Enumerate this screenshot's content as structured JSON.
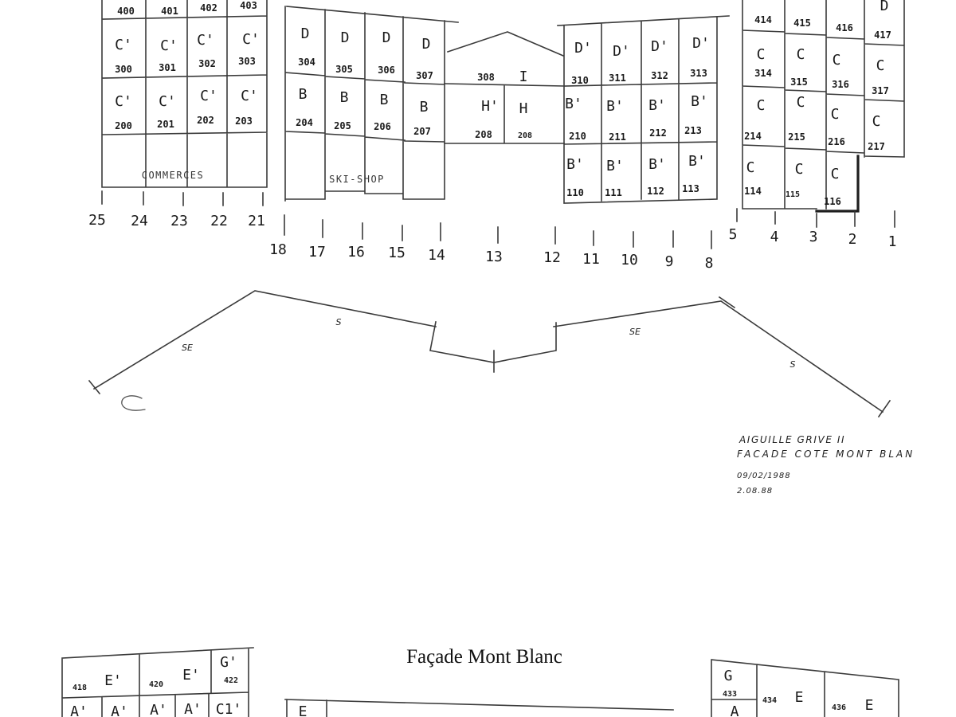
{
  "upper_elevation": {
    "block_west": {
      "floor_4": [
        {
          "unit": "400"
        },
        {
          "unit": "401"
        },
        {
          "unit": "402"
        },
        {
          "unit": "403"
        }
      ],
      "floor_3": [
        {
          "type": "C'",
          "unit": "300"
        },
        {
          "type": "C'",
          "unit": "301"
        },
        {
          "type": "C'",
          "unit": "302"
        },
        {
          "type": "C'",
          "unit": "303"
        }
      ],
      "floor_2": [
        {
          "type": "C'",
          "unit": "200"
        },
        {
          "type": "C'",
          "unit": "201"
        },
        {
          "type": "C'",
          "unit": "202"
        },
        {
          "type": "C'",
          "unit": "203"
        }
      ],
      "ground": "COMMERCES"
    },
    "block_west_center": {
      "floor_3": [
        {
          "type": "D",
          "unit": "304"
        },
        {
          "type": "D",
          "unit": "305"
        },
        {
          "type": "D",
          "unit": "306"
        },
        {
          "type": "D",
          "unit": "307"
        }
      ],
      "floor_2": [
        {
          "type": "B",
          "unit": "204"
        },
        {
          "type": "B",
          "unit": "205"
        },
        {
          "type": "B",
          "unit": "206"
        },
        {
          "type": "B",
          "unit": "207"
        }
      ],
      "ground": "SKI-SHOP"
    },
    "block_center": {
      "floor_3": {
        "unit": "308",
        "type": "I"
      },
      "floor_2": [
        {
          "type": "H'",
          "unit": "208"
        },
        {
          "type": "H",
          "unit": "208"
        }
      ]
    },
    "block_east_center": {
      "floor_3": [
        {
          "type": "D'",
          "unit": "310"
        },
        {
          "type": "D'",
          "unit": "311"
        },
        {
          "type": "D'",
          "unit": "312"
        },
        {
          "type": "D'",
          "unit": "313"
        }
      ],
      "floor_2": [
        {
          "type": "B'",
          "unit": "210"
        },
        {
          "type": "B'",
          "unit": "211"
        },
        {
          "type": "B'",
          "unit": "212"
        },
        {
          "type": "B'",
          "unit": "213"
        }
      ],
      "floor_1": [
        {
          "type": "B'",
          "unit": "110"
        },
        {
          "type": "B'",
          "unit": "111"
        },
        {
          "type": "B'",
          "unit": "112"
        },
        {
          "type": "B'",
          "unit": "113"
        }
      ]
    },
    "block_east": {
      "floor_4": [
        {
          "unit": "414"
        },
        {
          "unit": "415"
        },
        {
          "unit": "416"
        },
        {
          "type": "D",
          "unit": "417"
        }
      ],
      "floor_3": [
        {
          "type": "C",
          "unit": "314"
        },
        {
          "type": "C",
          "unit": "315"
        },
        {
          "type": "C",
          "unit": "316"
        },
        {
          "type": "C",
          "unit": "317"
        }
      ],
      "floor_2": [
        {
          "type": "C",
          "unit": "214"
        },
        {
          "type": "C",
          "unit": "215"
        },
        {
          "type": "C",
          "unit": "216"
        },
        {
          "type": "C",
          "unit": "217"
        }
      ],
      "floor_1": [
        {
          "type": "C",
          "unit": "114"
        },
        {
          "type": "C",
          "unit": "115"
        },
        {
          "type": "C",
          "unit": "116"
        }
      ]
    },
    "axis_marks": {
      "west": [
        "25",
        "24",
        "23",
        "22",
        "21"
      ],
      "center": [
        "18",
        "17",
        "16",
        "15",
        "14",
        "13",
        "12",
        "11",
        "10",
        "9",
        "8"
      ],
      "east": [
        "5",
        "4",
        "3",
        "2",
        "1"
      ]
    }
  },
  "site_outline": {
    "orientations": [
      "SE",
      "S",
      "SE",
      "S"
    ]
  },
  "title_block": {
    "project": "AIGUILLE GRIVE II",
    "subject": "FACADE COTE MONT BLAN",
    "date": "09/02/1988",
    "revision": "2.08.88"
  },
  "lower_elevation": {
    "title": "Façade Mont Blanc",
    "block_west": {
      "upper_row": [
        {
          "unit": "418",
          "type": "E'"
        },
        {
          "unit": "420",
          "type": "E'"
        },
        {
          "unit": "422",
          "type": "G'"
        }
      ],
      "lower_row": [
        "A'",
        "A'",
        "A'",
        "A'",
        "C1'"
      ]
    },
    "block_center": {
      "upper_row": [
        "E"
      ]
    },
    "block_east": {
      "upper_row": [
        {
          "type": "G",
          "unit": "433"
        },
        {
          "type": "E",
          "unit": "434"
        },
        {
          "type": "E",
          "unit": "436"
        }
      ],
      "lower_row": [
        "A"
      ]
    }
  }
}
